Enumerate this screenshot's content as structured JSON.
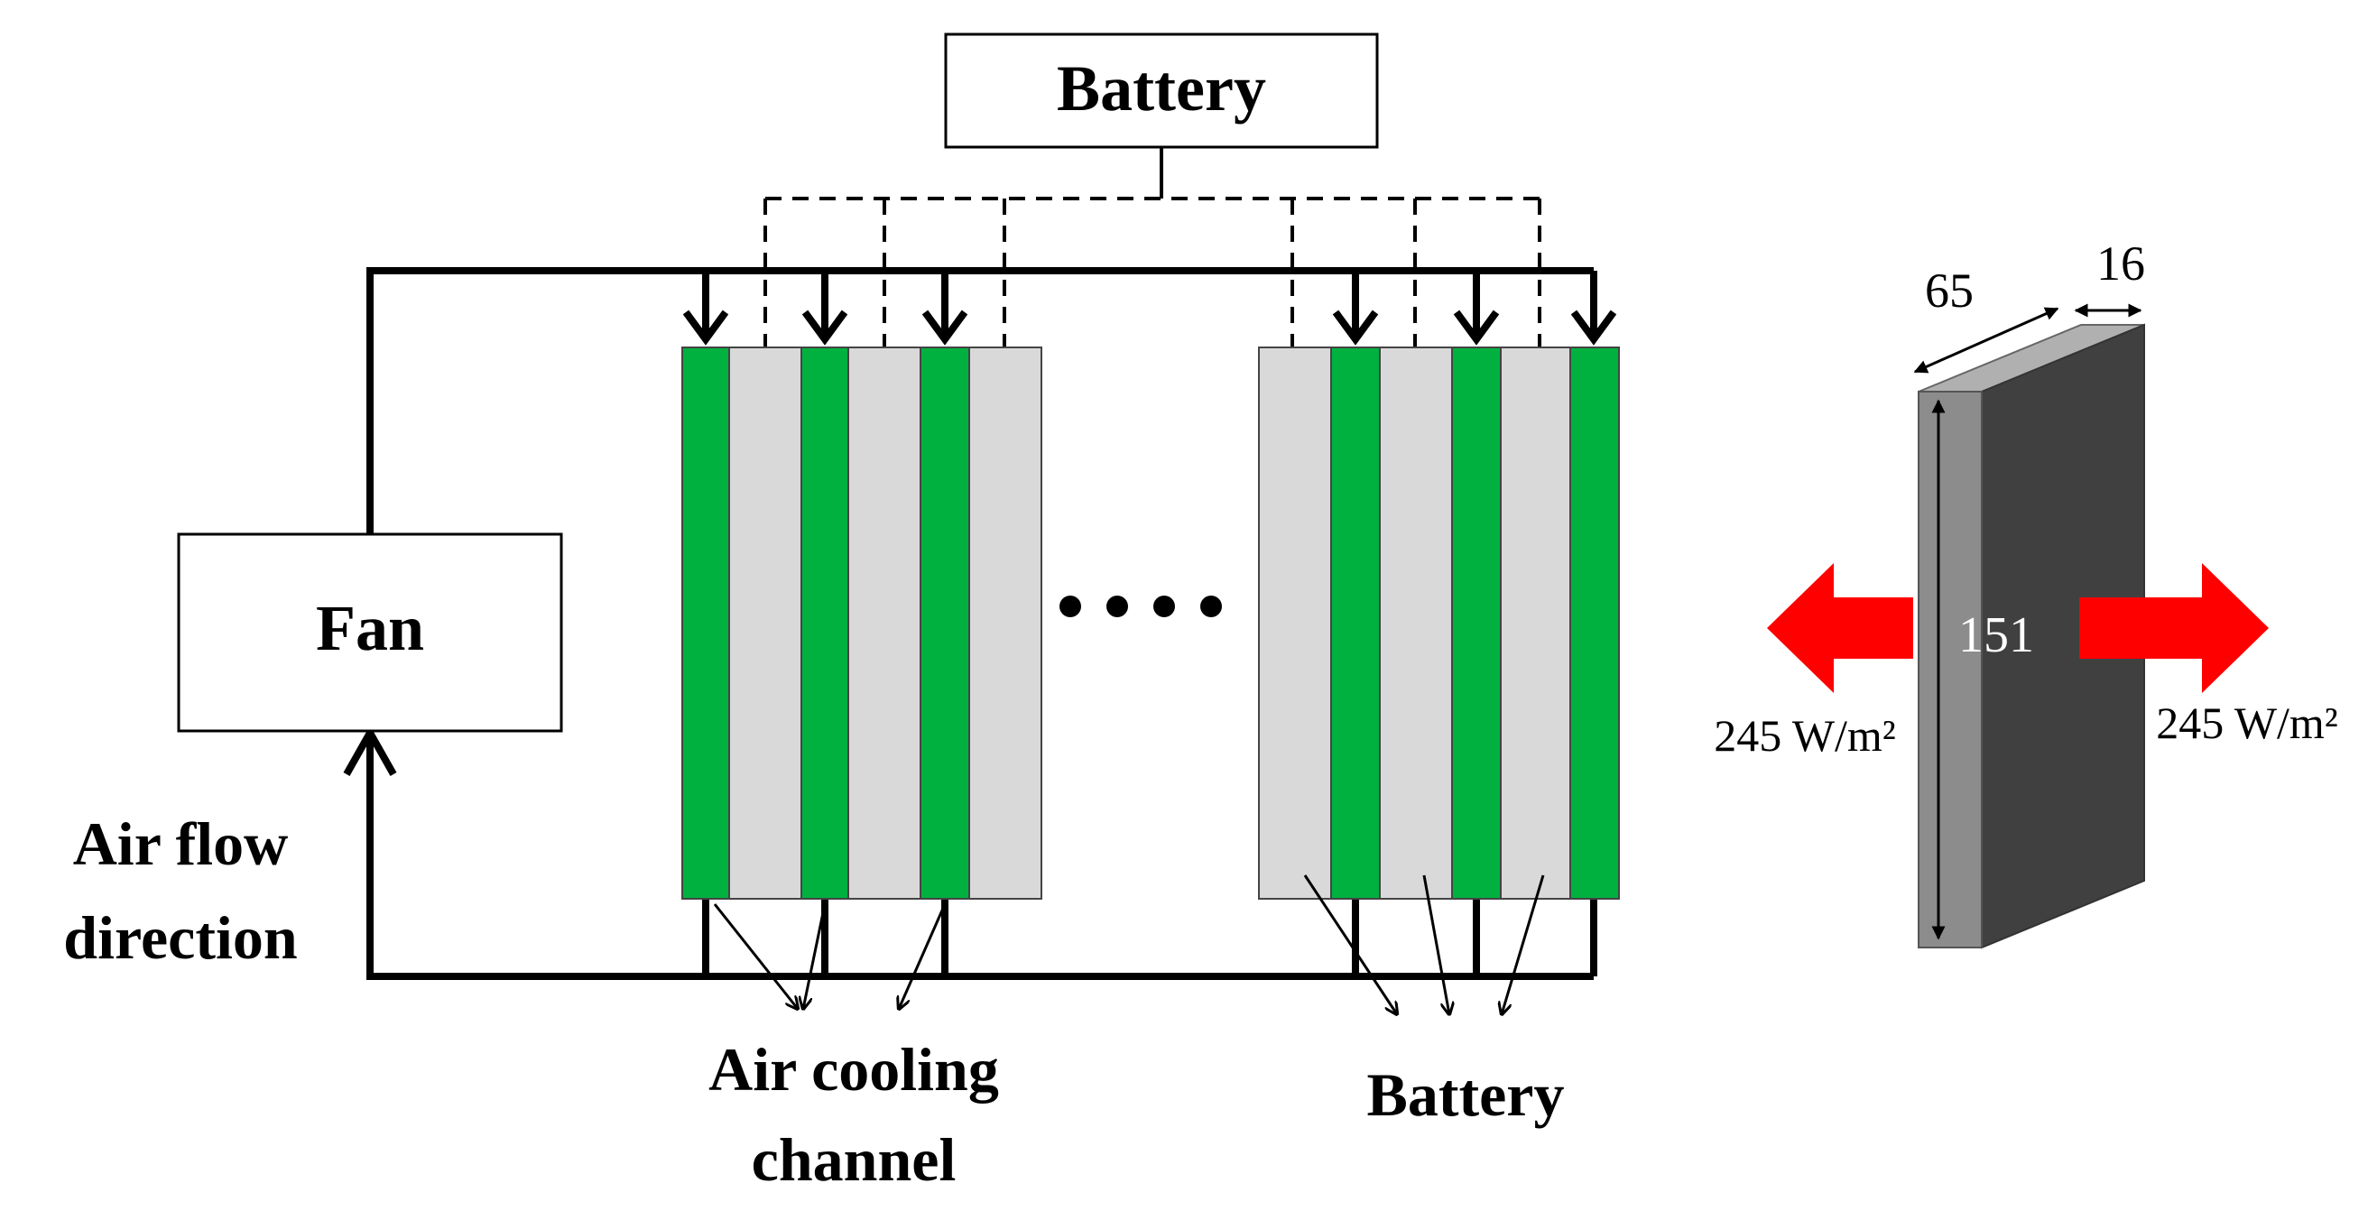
{
  "diagram": {
    "battery_box_label": "Battery",
    "fan_label": "Fan",
    "air_flow_label_line1": "Air flow",
    "air_flow_label_line2": "direction",
    "ellipsis": "••••",
    "air_channel_label_line1": "Air cooling",
    "air_channel_label_line2": "channel",
    "battery_label": "Battery"
  },
  "cell": {
    "dim_width": "65",
    "dim_thickness": "16",
    "dim_height": "151",
    "heat_flux_left": "245 W/m²",
    "heat_flux_right": "245 W/m²"
  },
  "colors": {
    "cooling_channel": "#00b140",
    "battery_cell": "#d9d9d9",
    "heat_arrow": "#ff0000",
    "cell_front": "#8c8c8c",
    "cell_side": "#404040"
  }
}
